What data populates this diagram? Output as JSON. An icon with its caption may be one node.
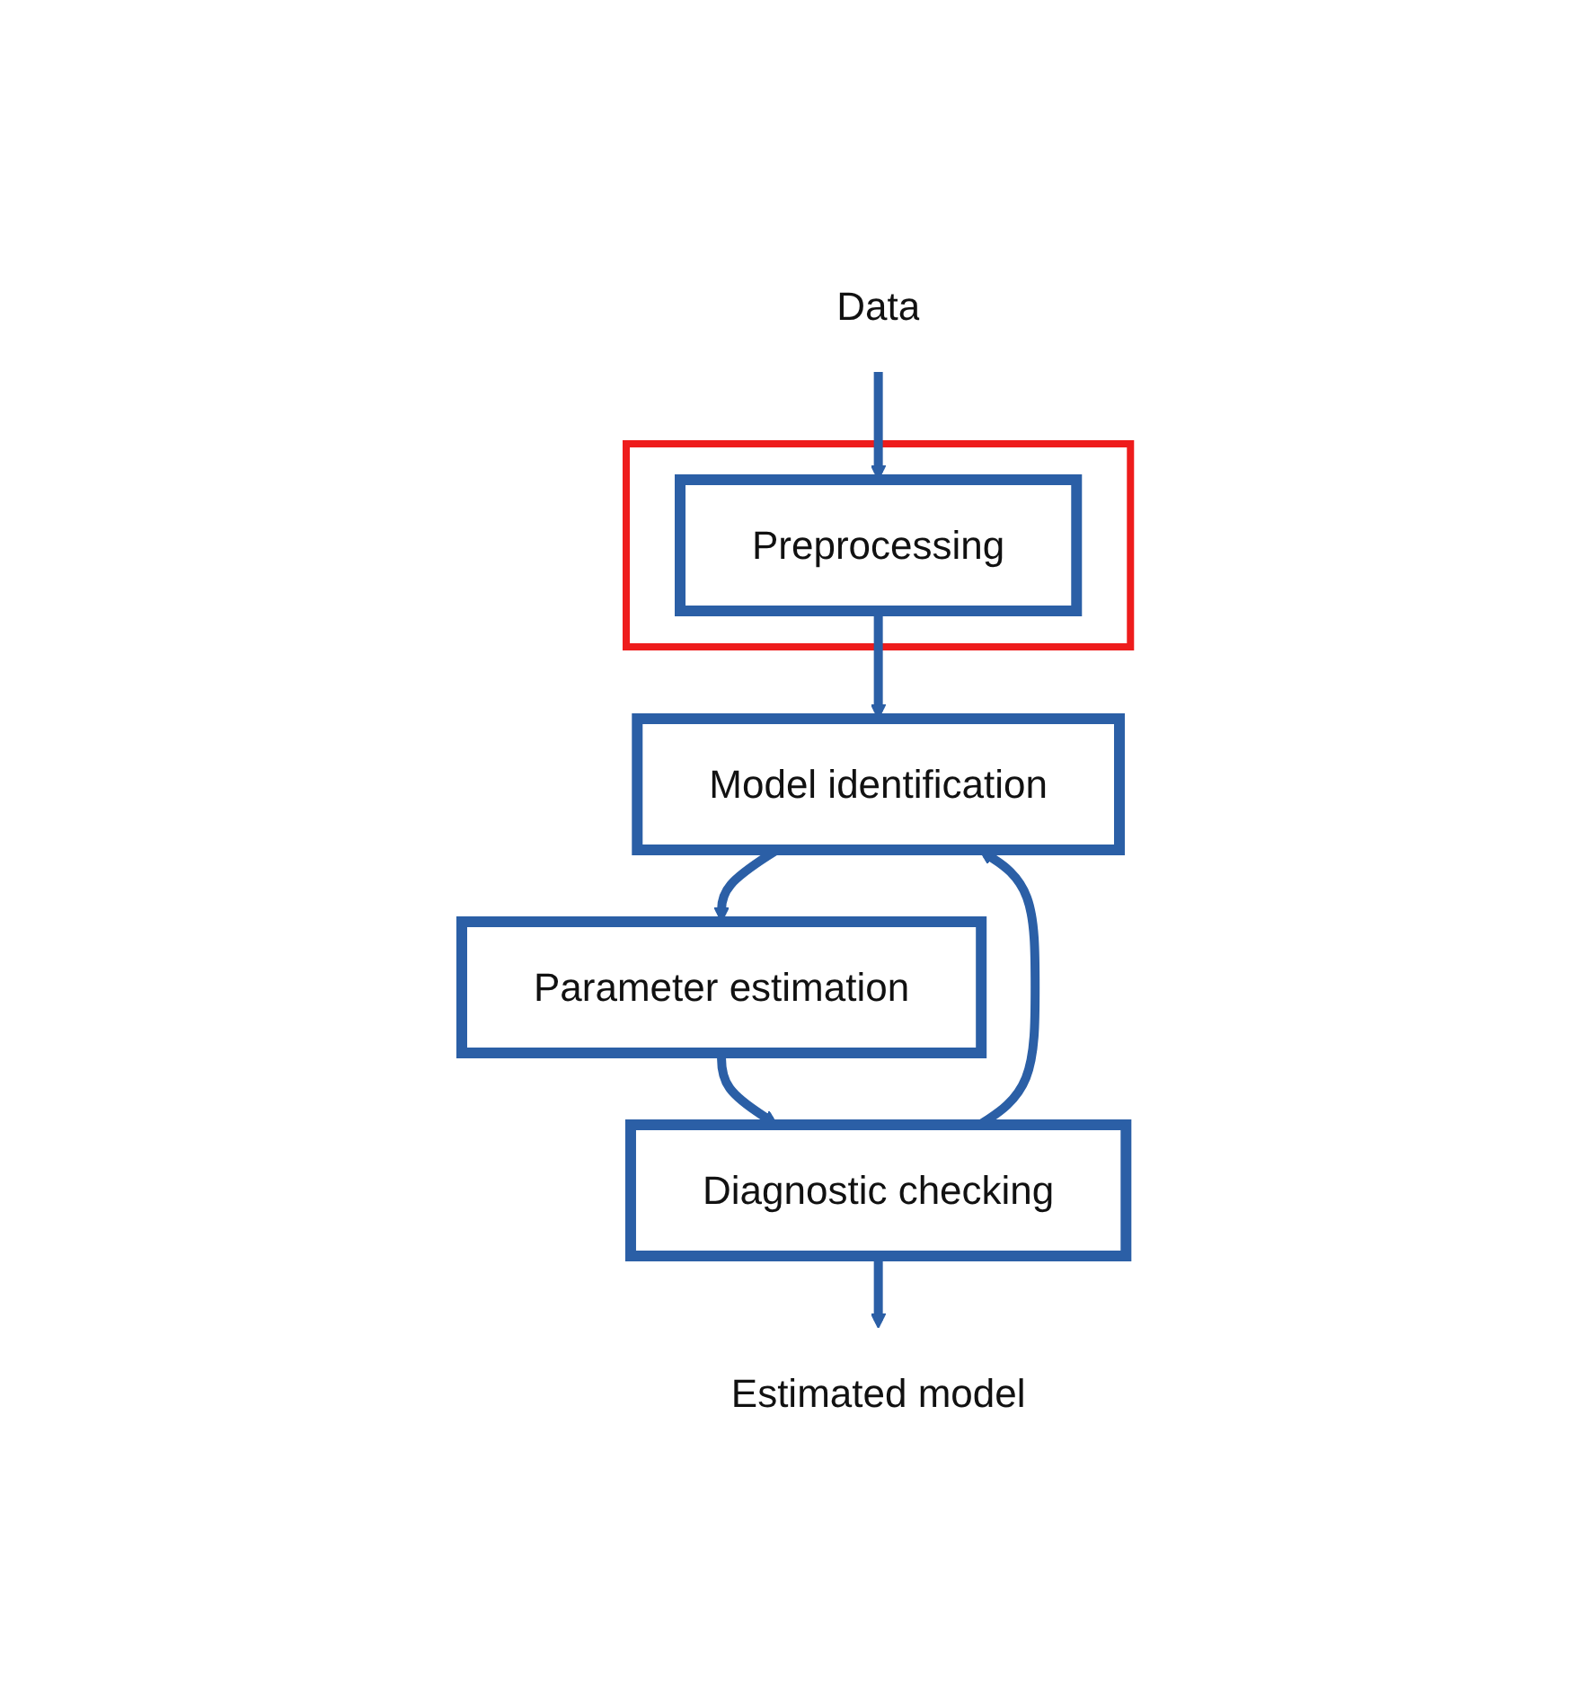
{
  "diagram": {
    "nodes": [
      {
        "text": [
          "Data"
        ]
      },
      {
        "text": [],
        "shape": "box"
      },
      {
        "text": [
          "Preprocessing"
        ],
        "in": 1
      },
      {
        "text": [
          "Model identification"
        ]
      },
      {
        "text": [
          "Parameter estimation"
        ]
      },
      {
        "text": [
          "Diagnostic checking"
        ]
      },
      {
        "text": [
          "Estimated model"
        ]
      }
    ],
    "edges": [
      {
        "from": 0,
        "to": 2,
        "arrow": "to"
      },
      {
        "from": 2,
        "to": 3,
        "arrow": "to"
      },
      {
        "from": 3,
        "to": 4,
        "arrow": "to"
      },
      {
        "from": 4,
        "to": 5,
        "arrow": "to"
      },
      {
        "from": 5,
        "to": 3,
        "arrow": "to"
      },
      {
        "from": 5,
        "to": 6,
        "arrow": "to"
      }
    ]
  }
}
